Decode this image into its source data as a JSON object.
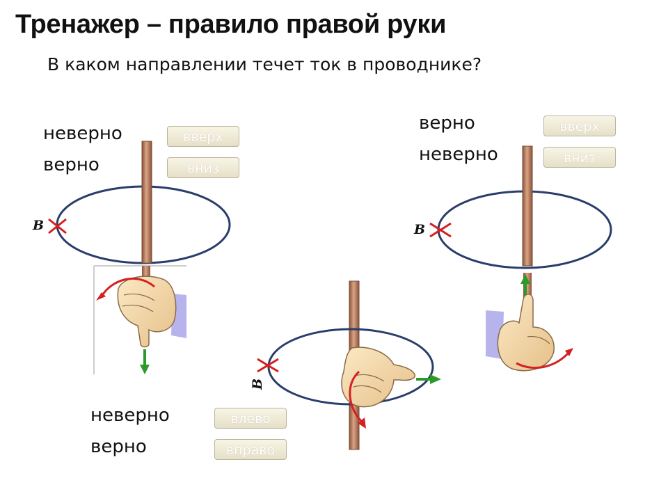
{
  "title": "Тренажер – правило правой руки",
  "question": "В каком направлении течет ток в проводнике?",
  "tasks": [
    {
      "feedback": [
        "неверно",
        "верно"
      ],
      "buttons": [
        "вверх",
        "вниз"
      ],
      "field_label": "B"
    },
    {
      "feedback": [
        "верно",
        "неверно"
      ],
      "buttons": [
        "вверх",
        "вниз"
      ],
      "field_label": "B"
    },
    {
      "feedback": [
        "неверно",
        "верно"
      ],
      "buttons": [
        "влево",
        "вправо"
      ],
      "field_label": "B"
    }
  ],
  "colors": {
    "wire": "#b77a5b",
    "ring": "#2a3d6b",
    "marker": "#d42020",
    "current_arrow": "#2a9a2a",
    "field_arrow": "#d42020",
    "hand": "#f1d7a6",
    "sleeve": "#b7b3ec"
  },
  "icons": [
    "cross-marker-icon",
    "current-arrow-icon",
    "field-arrow-icon",
    "hand-icon"
  ]
}
